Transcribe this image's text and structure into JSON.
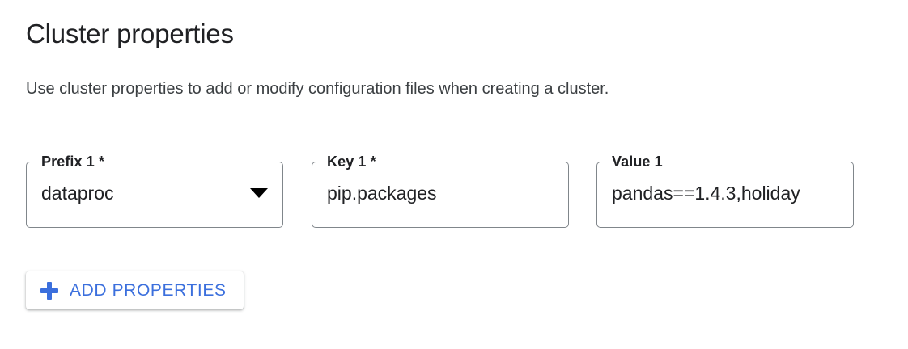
{
  "page": {
    "title": "Cluster properties",
    "description": "Use cluster properties to add or modify configuration files when creating a cluster."
  },
  "colors": {
    "accent_blue": "#3b6fdd",
    "text_primary": "#202124",
    "text_secondary": "#3c4043",
    "field_border": "#80868b",
    "background": "#ffffff"
  },
  "fields": [
    {
      "name": "prefix",
      "label": "Prefix 1 *",
      "value": "dataproc",
      "type": "select",
      "required": true,
      "icon": "chevron-down-icon"
    },
    {
      "name": "key",
      "label": "Key 1 *",
      "value": "pip.packages",
      "type": "text",
      "required": true
    },
    {
      "name": "value",
      "label": "Value 1",
      "value": "pandas==1.4.3,holiday",
      "type": "text",
      "required": false
    }
  ],
  "add_button": {
    "label": "ADD PROPERTIES",
    "icon": "plus-icon"
  }
}
